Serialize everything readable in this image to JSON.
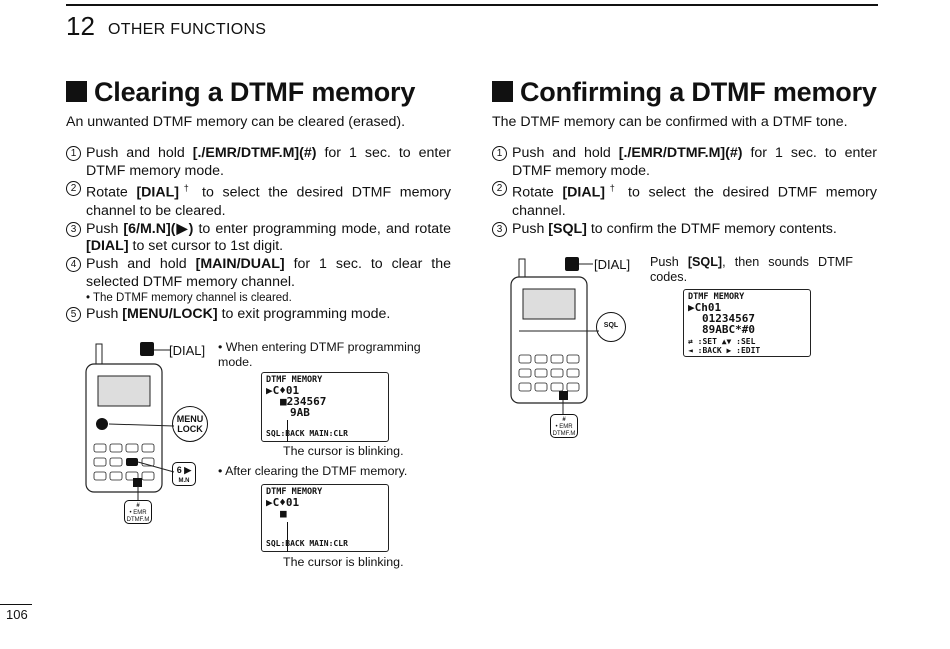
{
  "header": {
    "chapter_number": "12",
    "chapter_title": "OTHER FUNCTIONS"
  },
  "left": {
    "heading": "Clearing a DTMF memory",
    "intro": "An unwanted DTMF memory can be cleared (erased).",
    "steps": [
      {
        "n": "1",
        "pre": "Push and hold ",
        "key": "[./EMR/DTMF.M](#)",
        "post": " for 1 sec. to enter DTMF memory mode."
      },
      {
        "n": "2",
        "pre": "Rotate ",
        "key": "[DIAL]",
        "sup": "†",
        "post": " to select the desired DTMF memory channel to be cleared."
      },
      {
        "n": "3",
        "pre": "Push ",
        "key": "[6/M.N](▶)",
        "mid": " to enter programming mode, and rotate ",
        "key2": "[DIAL]",
        "post": " to set cursor to 1st digit."
      },
      {
        "n": "4",
        "pre": "Push and hold ",
        "key": "[MAIN/DUAL]",
        "post": " for 1 sec. to clear the selected DTMF memory channel.",
        "note": "• The DTMF memory channel is cleared."
      },
      {
        "n": "5",
        "pre": "Push ",
        "key": "[MENU/LOCK]",
        "post": " to exit programming mode."
      }
    ],
    "radio": {
      "dial_label": "[DIAL]",
      "menu_key": "MENU",
      "menu_sub": "LOCK",
      "key6": "6 ▶",
      "key6_sub": "M.N",
      "emr_top": "#",
      "emr_mid": "• EMR",
      "emr_bot": "DTMF.M"
    },
    "caption1": "• When entering DTMF programming mode.",
    "caption2": "• After clearing the DTMF memory.",
    "lcd1": {
      "title": "DTMF MEMORY",
      "row1": "▶C♦01",
      "row2": "■234567",
      "row3": "9AB",
      "foot": "SQL:BACK MAIN:CLR"
    },
    "lcd2": {
      "title": "DTMF MEMORY",
      "row1": "▶C♦01",
      "row2": "■",
      "foot": "SQL:BACK MAIN:CLR"
    },
    "blink1": "The cursor is blinking.",
    "blink2": "The cursor is blinking."
  },
  "right": {
    "heading": "Confirming a DTMF memory",
    "intro": "The DTMF memory can be confirmed with a DTMF tone.",
    "steps": [
      {
        "n": "1",
        "pre": "Push and hold ",
        "key": "[./EMR/DTMF.M](#)",
        "post": " for 1 sec. to enter DTMF memory mode."
      },
      {
        "n": "2",
        "pre": "Rotate ",
        "key": "[DIAL]",
        "sup": "†",
        "post": " to select the desired DTMF memory channel."
      },
      {
        "n": "3",
        "pre": "Push ",
        "key": "[SQL]",
        "post": " to confirm the DTMF memory contents."
      }
    ],
    "radio": {
      "dial_label": "[DIAL]",
      "sql_key": "SQL",
      "emr_top": "#",
      "emr_mid": "• EMR",
      "emr_bot": "DTMF.M"
    },
    "caption_pre": "Push ",
    "caption_key": "[SQL]",
    "caption_post": ", then sounds DTMF codes.",
    "lcd": {
      "title": "DTMF MEMORY",
      "row1": "▶Ch01",
      "row2": "01234567",
      "row3": "89ABC*#0",
      "foot1": "⇄ :SET  ▲▼ :SEL",
      "foot2": "◄ :BACK ▶ :EDIT"
    }
  },
  "page_number": "106"
}
